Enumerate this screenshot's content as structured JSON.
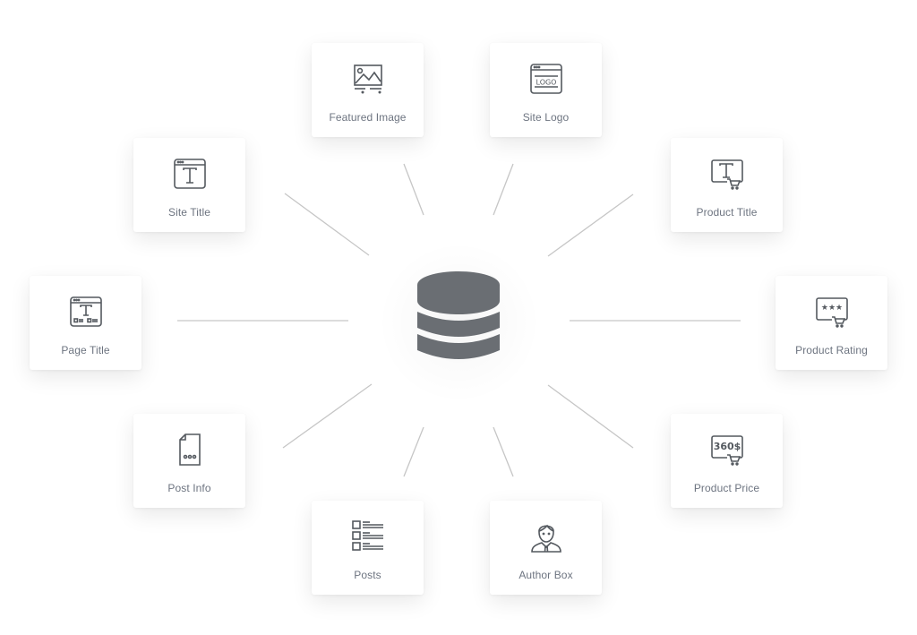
{
  "diagram": {
    "hub": {
      "name": "database",
      "icon": "database-icon",
      "color": "#6a6e73"
    },
    "line_color": "#c6c6c6",
    "icon_color": "#54595f",
    "label_color": "#6d7480",
    "nodes": [
      {
        "id": "featured-image",
        "label": "Featured Image",
        "icon": "image-icon"
      },
      {
        "id": "site-logo",
        "label": "Site Logo",
        "icon": "logo-window-icon"
      },
      {
        "id": "site-title",
        "label": "Site Title",
        "icon": "title-window-icon"
      },
      {
        "id": "product-title",
        "label": "Product Title",
        "icon": "product-title-icon"
      },
      {
        "id": "page-title",
        "label": "Page Title",
        "icon": "page-title-icon"
      },
      {
        "id": "product-rating",
        "label": "Product Rating",
        "icon": "product-rating-icon"
      },
      {
        "id": "post-info",
        "label": "Post Info",
        "icon": "document-dots-icon"
      },
      {
        "id": "product-price",
        "label": "Product Price",
        "icon": "product-price-icon"
      },
      {
        "id": "posts",
        "label": "Posts",
        "icon": "list-icon"
      },
      {
        "id": "author-box",
        "label": "Author Box",
        "icon": "author-icon"
      }
    ],
    "price_text": "360$",
    "logo_text": "LOGO"
  }
}
